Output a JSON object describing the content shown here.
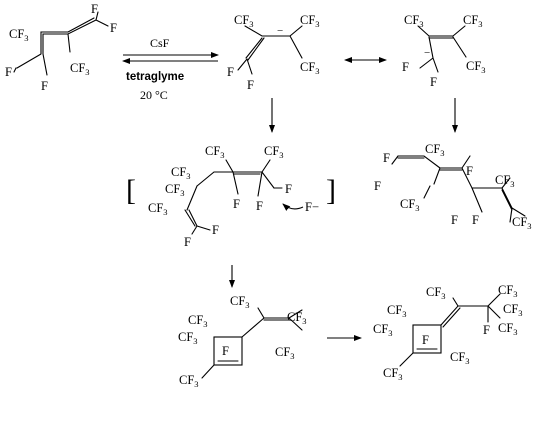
{
  "conditions": {
    "reagent": "CsF",
    "solvent": "tetraglyme",
    "temperature": "20 °C"
  },
  "labels": {
    "CF3": "CF3",
    "F": "F",
    "minus": "−",
    "fluoride": "F−",
    "bracket_open": "[",
    "bracket_close": "]"
  },
  "icons": {
    "equilibrium": "equilibrium-arrow-icon",
    "resonance": "resonance-arrow-icon",
    "reaction": "reaction-arrow-icon",
    "curved": "curved-arrow-icon"
  }
}
